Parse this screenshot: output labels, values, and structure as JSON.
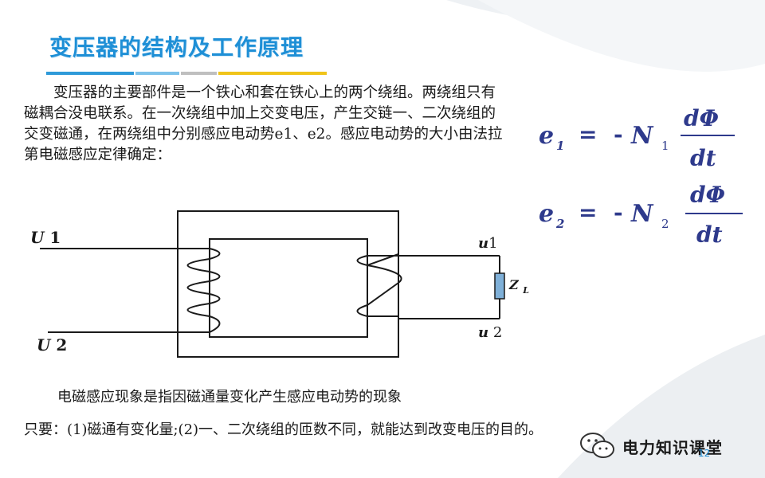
{
  "slide": {
    "title": "变压器的结构及工作原理",
    "paragraph": "变压器的主要部件是一个铁心和套在铁心上的两个绕组。两绕组只有磁耦合没电联系。在一次绕组中加上交变电压，产生交链一、二次绕组的交变磁通，在两绕组中分别感应电动势e1、e2。感应电动势的大小由法拉第电磁感应定律确定：",
    "note": "电磁感应现象是指因磁通量变化产生感应电动势的现象",
    "requirement": "只要：(1)磁通有变化量;(2)一、二次绕组的匝数不同，就能达到改变电压的目的。",
    "page_number": "12",
    "watermark": "电力知识课堂",
    "title_bar_colors": [
      "#2e9ad9",
      "#7cc2ea",
      "#bfbfbf",
      "#f0c419"
    ]
  },
  "diagram": {
    "u1_label": "U",
    "u1_num": "1",
    "u2_label": "U",
    "u2_num": "2",
    "out1_label": "u",
    "out1_num": "1",
    "out2_label": "u",
    "out2_num": "2",
    "load_label": "Z",
    "load_sub": "L"
  },
  "formulas": [
    {
      "lhs": "e",
      "lhs_sub": "1",
      "eq": "=",
      "minus": "-",
      "N": "N",
      "N_sub": "1",
      "num": "dΦ",
      "den": "dt"
    },
    {
      "lhs": "e",
      "lhs_sub": "2",
      "eq": "=",
      "minus": "-",
      "N": "N",
      "N_sub": "2",
      "num": "dΦ",
      "den": "dt"
    }
  ]
}
